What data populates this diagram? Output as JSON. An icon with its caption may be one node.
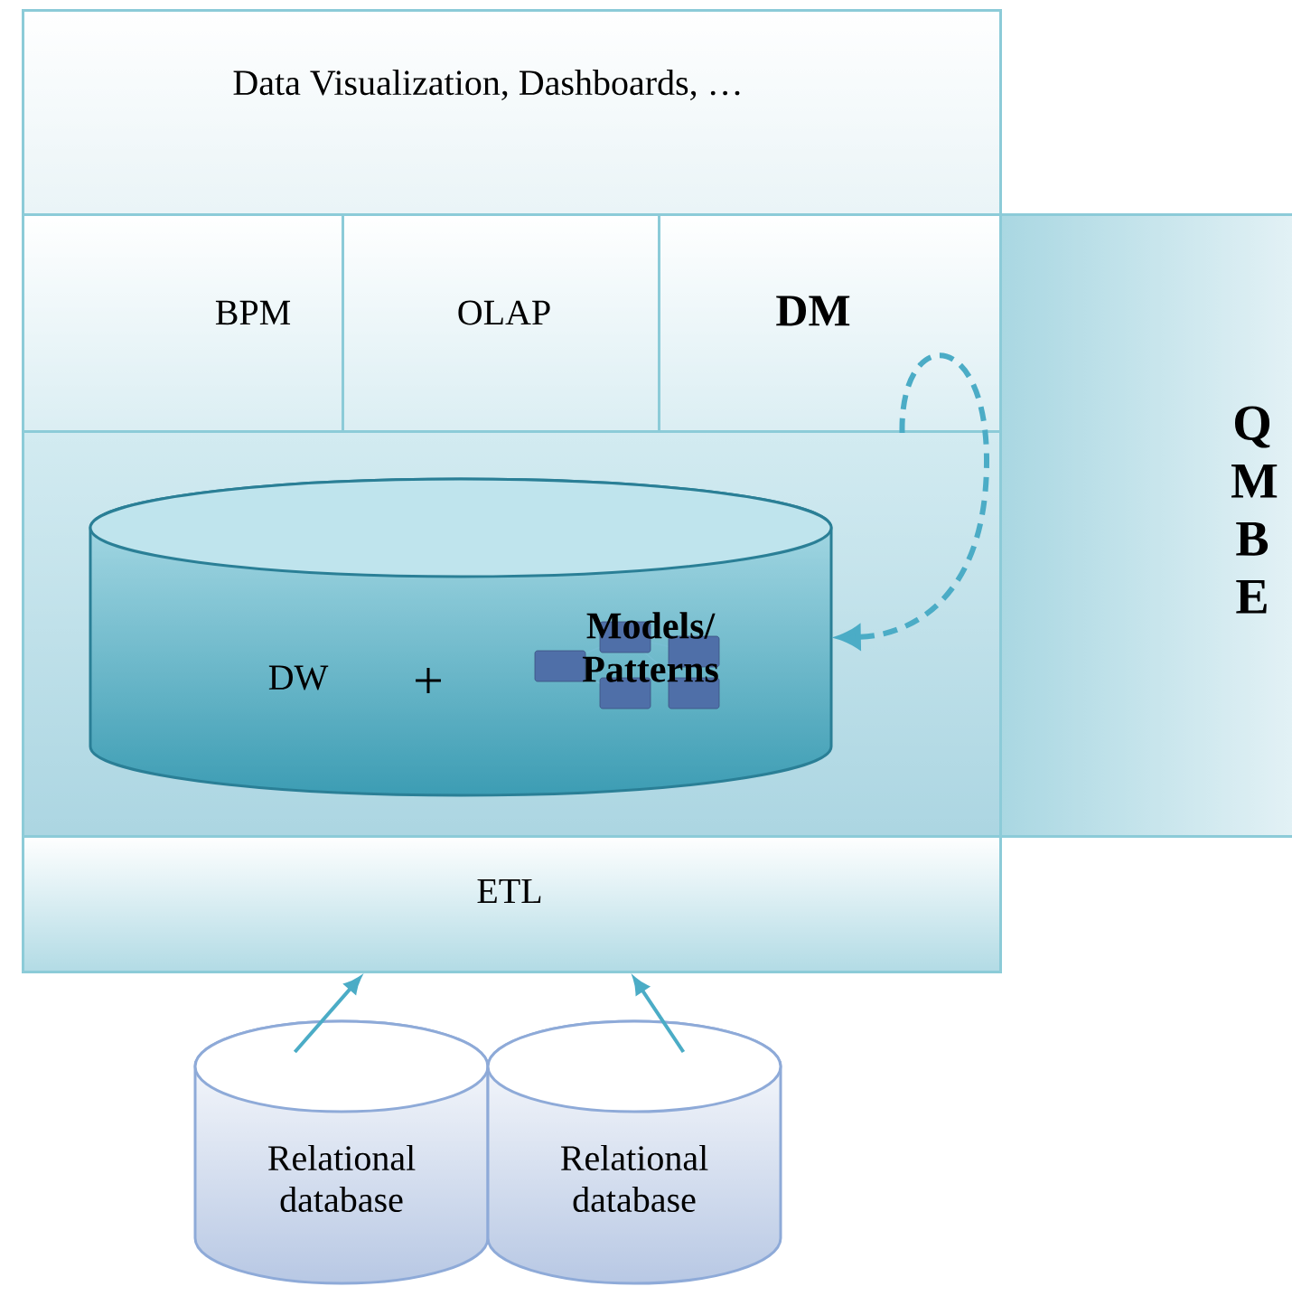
{
  "diagram": {
    "nodes": [
      {
        "text": [
          "Data Visualization, Dashboards, …"
        ]
      },
      {
        "text": [
          "BPM"
        ]
      },
      {
        "text": [
          "OLAP"
        ]
      },
      {
        "text": [
          "DM"
        ]
      },
      {
        "text": [],
        "shape": "box"
      },
      {
        "text": [
          "DW",
          "+",
          "Models/ Patterns"
        ],
        "in": 4
      },
      {
        "text": [
          "Q M B E"
        ]
      },
      {
        "text": [
          "ETL"
        ]
      },
      {
        "text": [
          "Relational database"
        ]
      },
      {
        "text": [
          "Relational database"
        ]
      }
    ],
    "edges": [
      {
        "from": 3,
        "to": 5,
        "arrow": "to",
        "style": "dashed"
      },
      {
        "from": 8,
        "to": 7,
        "arrow": "to"
      },
      {
        "from": 9,
        "to": 7,
        "arrow": "to"
      }
    ]
  }
}
